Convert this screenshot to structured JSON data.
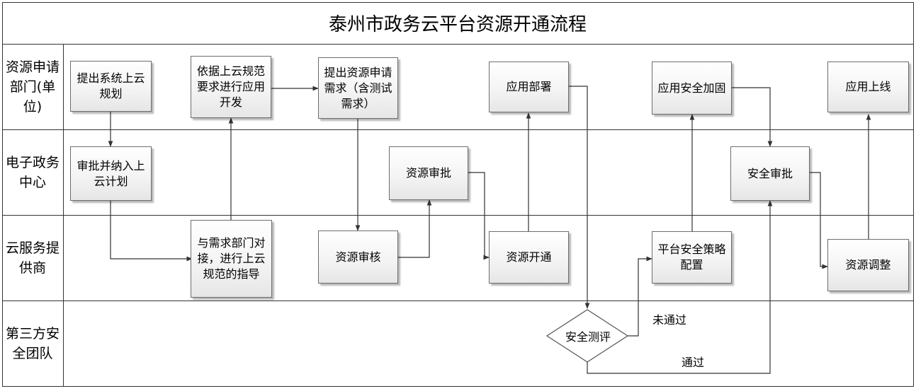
{
  "title": "泰州市政务云平台资源开通流程",
  "lanes": [
    {
      "label": "资源申请部门(单位)"
    },
    {
      "label": "电子政务中心"
    },
    {
      "label": "云服务提供商"
    },
    {
      "label": "第三方安全团队"
    }
  ],
  "nodes": {
    "plan": "提出系统上云规划",
    "develop": "依据上云规范要求进行应用开发",
    "request": "提出资源申请需求（含测试需求）",
    "deploy": "应用部署",
    "harden": "应用安全加固",
    "online": "应用上线",
    "approve_plan": "审批并纳入上云计划",
    "resource_approve": "资源审批",
    "security_approve": "安全审批",
    "guide": "与需求部门对接，进行上云规范的指导",
    "resource_review": "资源审核",
    "resource_open": "资源开通",
    "security_policy": "平台安全策略配置",
    "resource_adjust": "资源调整",
    "security_test": "安全测评"
  },
  "edge_labels": {
    "fail": "未通过",
    "pass": "通过"
  }
}
